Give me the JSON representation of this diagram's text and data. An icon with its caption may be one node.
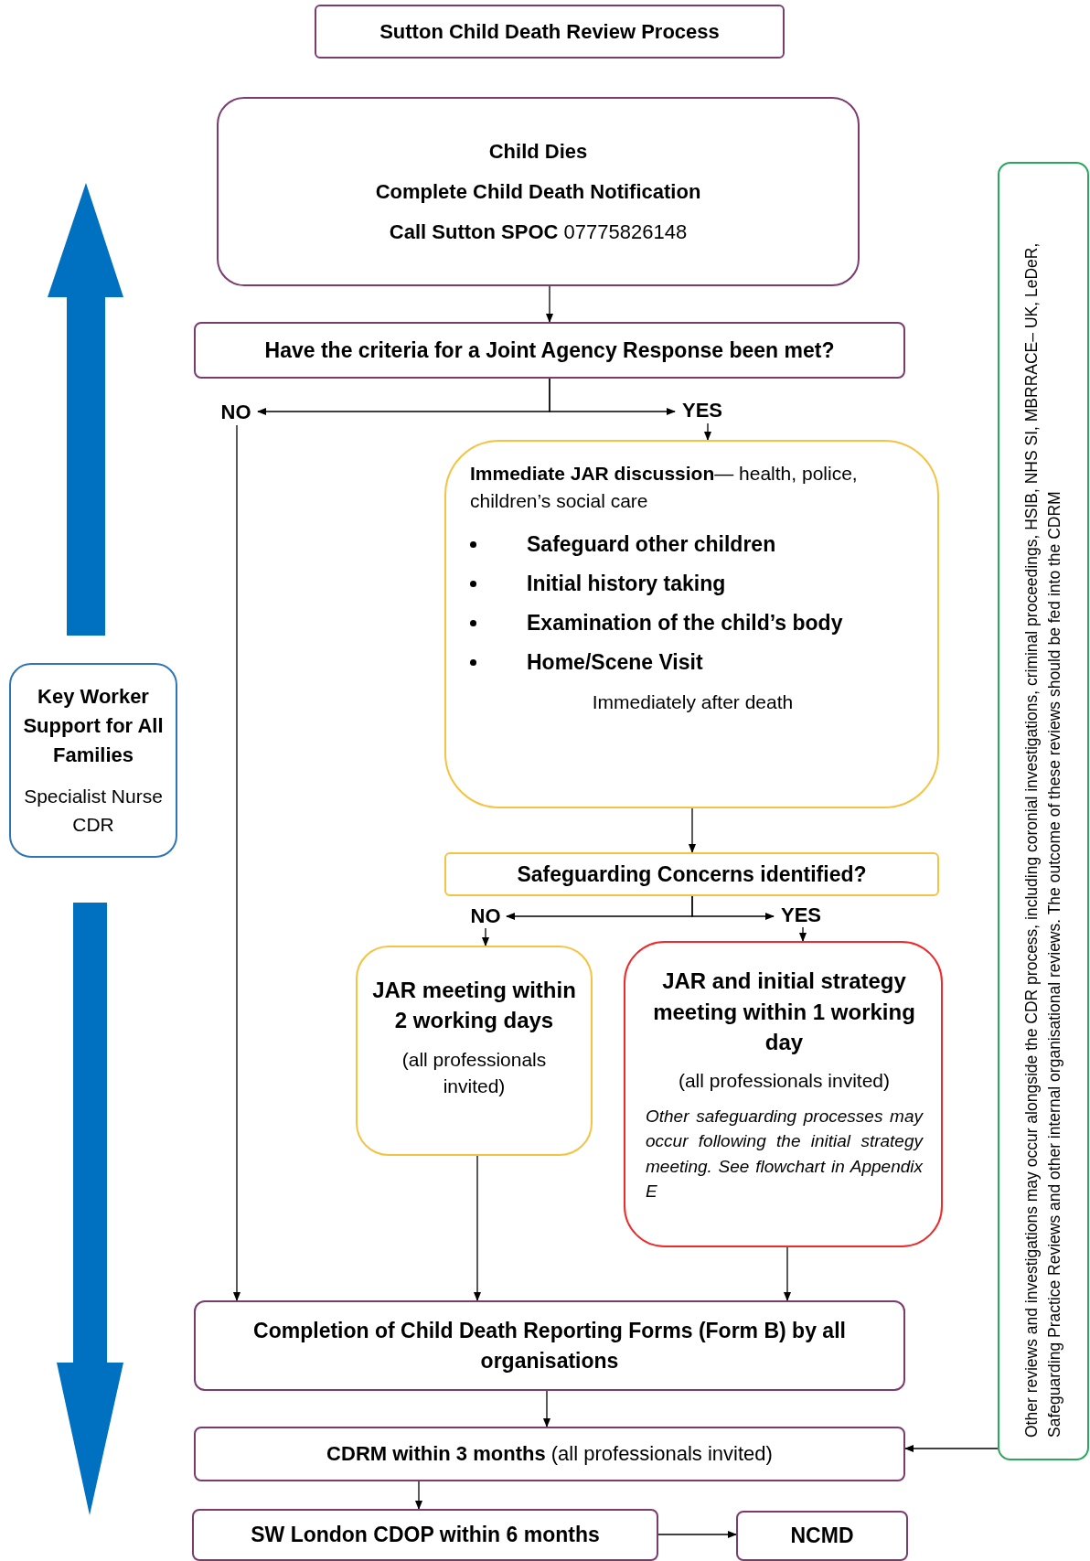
{
  "diagram": {
    "nodes": [
      {
        "text": [
          "Sutton Child Death Review Process"
        ]
      },
      {
        "text": [
          "Child Dies",
          "Complete Child Death Notification",
          "**Call Sutton SPOC** 07775826148"
        ]
      },
      {
        "text": [
          "Have the criteria for a Joint Agency Response been met?"
        ]
      },
      {
        "text": [
          "NO"
        ]
      },
      {
        "text": [
          "YES"
        ]
      },
      {
        "text": [
          "**Immediate JAR discussion**— health, police, children’s social care",
          "Safeguard other children",
          "Initial history taking",
          "Examination of the child’s body",
          "Home/Scene Visit",
          "Immediately after death"
        ]
      },
      {
        "text": [
          "Safeguarding Concerns identified?"
        ]
      },
      {
        "text": [
          "NO"
        ]
      },
      {
        "text": [
          "YES"
        ]
      },
      {
        "text": [
          "JAR meeting within 2 working days",
          "(all professionals invited)"
        ]
      },
      {
        "text": [
          "JAR and initial strategy meeting within 1 working day",
          "(all professionals invited)",
          "Other safeguarding processes may occur following the initial strategy meeting. See flowchart in Appendix E"
        ]
      },
      {
        "text": [
          "Completion of Child Death Reporting Forms (Form B) by all organisations"
        ]
      },
      {
        "text": [
          "**CDRM within 3 months** (all professionals invited)"
        ]
      },
      {
        "text": [
          "SW London CDOP within 6 months"
        ]
      },
      {
        "text": [
          "NCMD"
        ]
      },
      {
        "text": [
          "Key Worker Support for All Families",
          "Specialist Nurse CDR"
        ]
      },
      {
        "text": [
          "Other reviews and investigations may occur alongside the CDR process, including coronial investigations, criminal proceedings, HSIB, NHS SI, MBRRACE– UK, LeDeR, Safeguarding Practice Reviews and other internal organisational reviews. The outcome of these reviews should be fed into the CDRM"
        ]
      }
    ],
    "edges": [
      {
        "from": 1,
        "to": 2,
        "arrow": "to"
      },
      {
        "from": 2,
        "to": 3,
        "arrow": "to"
      },
      {
        "from": 2,
        "to": 4,
        "arrow": "to"
      },
      {
        "from": 3,
        "to": 11,
        "arrow": "to"
      },
      {
        "from": 4,
        "to": 5,
        "arrow": "to"
      },
      {
        "from": 5,
        "to": 6,
        "arrow": "to"
      },
      {
        "from": 6,
        "to": 7,
        "arrow": "to"
      },
      {
        "from": 6,
        "to": 8,
        "arrow": "to"
      },
      {
        "from": 7,
        "to": 9,
        "arrow": "to"
      },
      {
        "from": 8,
        "to": 10,
        "arrow": "to"
      },
      {
        "from": 9,
        "to": 11,
        "arrow": "to"
      },
      {
        "from": 10,
        "to": 11,
        "arrow": "to"
      },
      {
        "from": 11,
        "to": 12,
        "arrow": "to"
      },
      {
        "from": 12,
        "to": 13,
        "arrow": "to"
      },
      {
        "from": 13,
        "to": 14,
        "arrow": "to"
      },
      {
        "from": 16,
        "to": 12,
        "arrow": "to"
      }
    ]
  }
}
